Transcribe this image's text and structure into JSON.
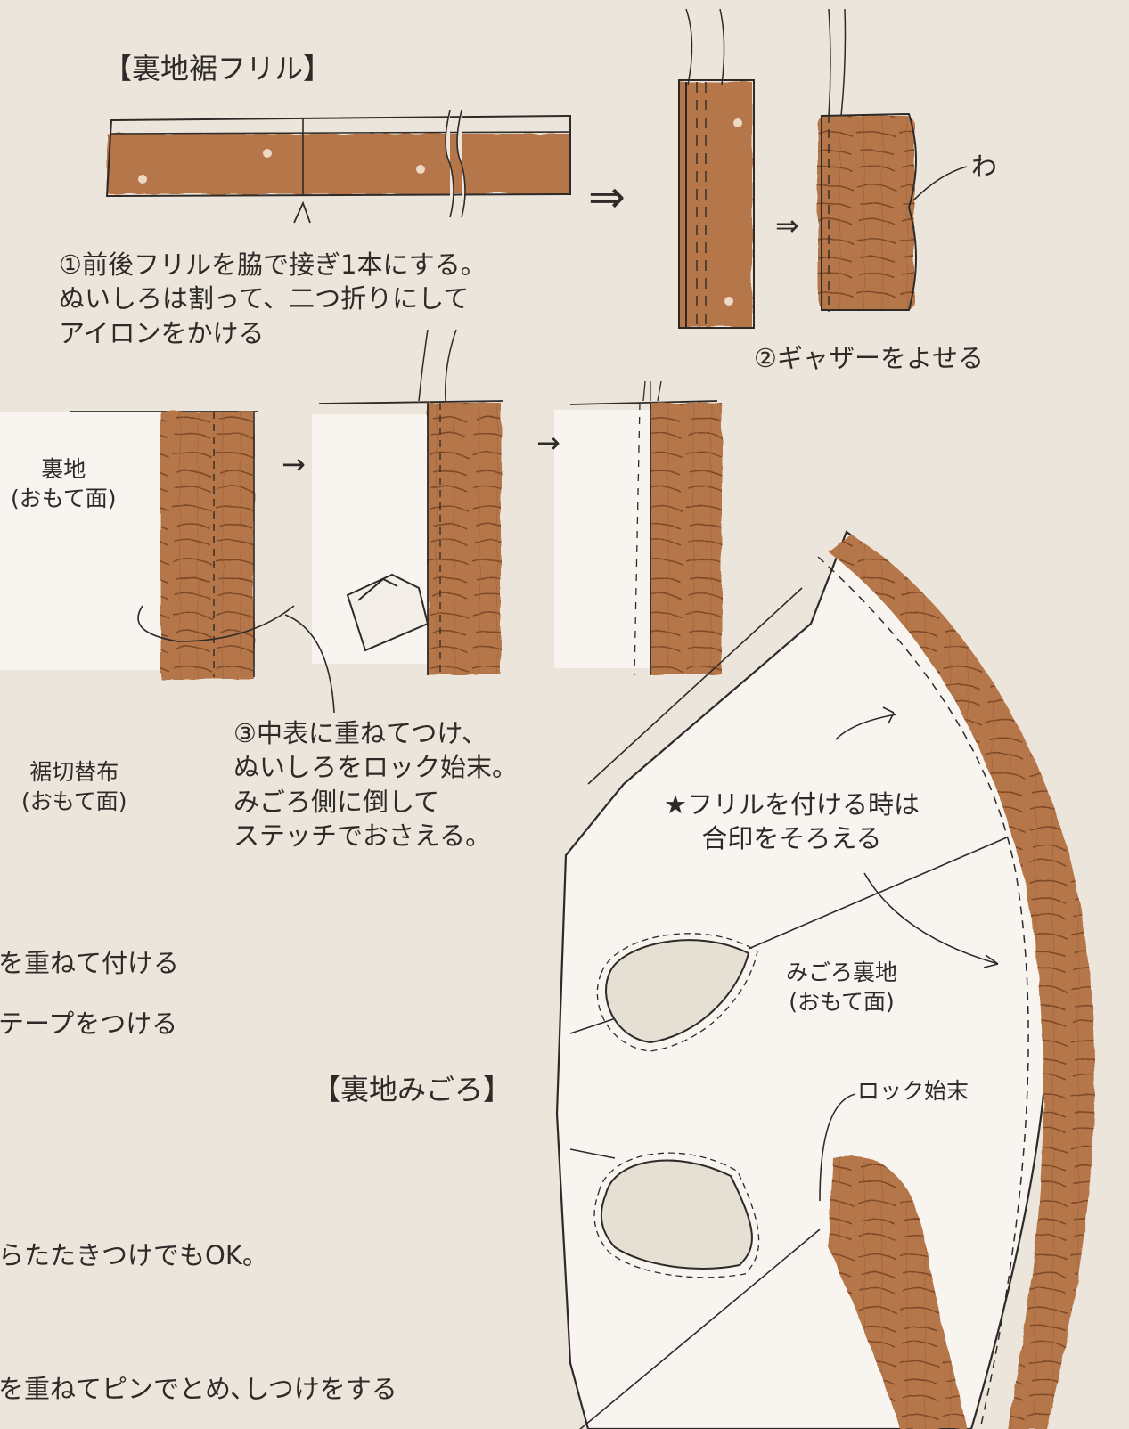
{
  "colors": {
    "paper": "#ece5dc",
    "fabric": "#b5764a",
    "fabric_dark": "#8f5631",
    "lining": "#f7f4ee",
    "ink": "#2e2a27"
  },
  "headings": {
    "hem_frill": "【裏地裾フリル】",
    "bodice": "【裏地みごろ】"
  },
  "steps": {
    "s1": "①前後フリルを脇で接ぎ1本にする。\nぬいしろは割って、二つ折りにして\nアイロンをかける",
    "s2": "②ギャザーをよせる",
    "s3": "③中表に重ねてつけ、\nぬいしろをロック始末。\nみごろ側に倒して\nステッチでおさえる。"
  },
  "labels": {
    "fold": "わ",
    "lining_face": "裏地\n(おもて面)",
    "hem_face": "裾切替布\n(おもて面)",
    "bodice_face": "みごろ裏地\n(おもて面)",
    "overlock": "ロック始末",
    "star": "★フリルを付ける時は\n合印をそろえる"
  },
  "arrows": {
    "big": "⇒",
    "small": "→"
  },
  "partial_left": {
    "p1": "を重ねて付ける",
    "p2": "テープをつける",
    "p3": "らたたきつけでもOK。",
    "p4": "を重ねてピンでとめ､しつけをする"
  }
}
